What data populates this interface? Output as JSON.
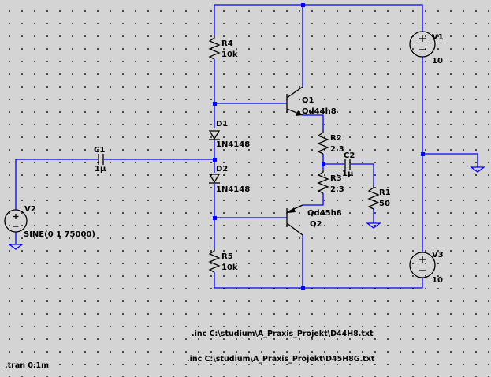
{
  "components": {
    "R4": {
      "name": "R4",
      "value": "10k"
    },
    "R5": {
      "name": "R5",
      "value": "10k"
    },
    "R2": {
      "name": "R2",
      "value": "2.3"
    },
    "R3": {
      "name": "R3",
      "value": "2.3"
    },
    "R1": {
      "name": "R1",
      "value": "50"
    },
    "C1": {
      "name": "C1",
      "value": "1µ"
    },
    "C2": {
      "name": "C2",
      "value": "1µ"
    },
    "D1": {
      "name": "D1",
      "value": "1N4148"
    },
    "D2": {
      "name": "D2",
      "value": "1N4148"
    },
    "Q1": {
      "name": "Q1",
      "model": "Qd44h8"
    },
    "Q2": {
      "name": "Q2",
      "model": "Qd45h8"
    },
    "V1": {
      "name": "V1",
      "value": "10"
    },
    "V2": {
      "name": "V2",
      "value": "SINE(0 1 75000)"
    },
    "V3": {
      "name": "V3",
      "value": "10"
    }
  },
  "directives": {
    "inc1": ".inc C:\\studium\\A_Praxis_Projekt\\D44H8.txt",
    "inc2": ".inc C:\\studium\\A_Praxis_Projekt\\D45H8G.txt",
    "tran": ".tran 0.1m"
  },
  "colors": {
    "wire": "#0000ff",
    "component": "#000000",
    "background": "#d4d4d4"
  }
}
